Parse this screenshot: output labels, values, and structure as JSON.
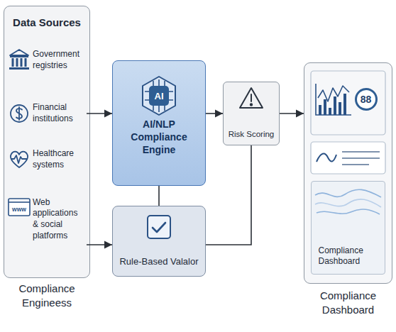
{
  "diagram": {
    "nodes": [
      {
        "text": [
          "Data Sources",
          "Compliance Engineess"
        ]
      },
      {
        "text": [
          "Government registries"
        ],
        "in": 0
      },
      {
        "text": [
          "Financial institutions"
        ],
        "in": 0
      },
      {
        "text": [
          "Healthcare systems"
        ],
        "in": 0
      },
      {
        "text": [
          "Web applications & social platforms"
        ],
        "in": 0
      },
      {
        "text": [
          "AI/NLP Compliance Engine"
        ]
      },
      {
        "text": [
          "Rule-Based Valalor"
        ]
      },
      {
        "text": [
          "Risk Scoring"
        ]
      },
      {
        "text": [
          "Compliance Dashboard"
        ]
      },
      {
        "text": [
          "88"
        ],
        "in": 8
      },
      {
        "text": [
          "Compliance Dashboard"
        ],
        "in": 8
      }
    ],
    "edges": [
      {
        "from": 2,
        "to": 5,
        "arrow": "to"
      },
      {
        "from": 4,
        "to": 6,
        "arrow": "to"
      },
      {
        "from": 5,
        "to": 7,
        "arrow": "to"
      },
      {
        "from": 7,
        "to": 8,
        "arrow": "to"
      },
      {
        "from": 5,
        "to": 6,
        "arrow": "none"
      },
      {
        "from": 6,
        "to": 7,
        "arrow": "none"
      }
    ],
    "labels": [
      "AI",
      "www"
    ]
  }
}
